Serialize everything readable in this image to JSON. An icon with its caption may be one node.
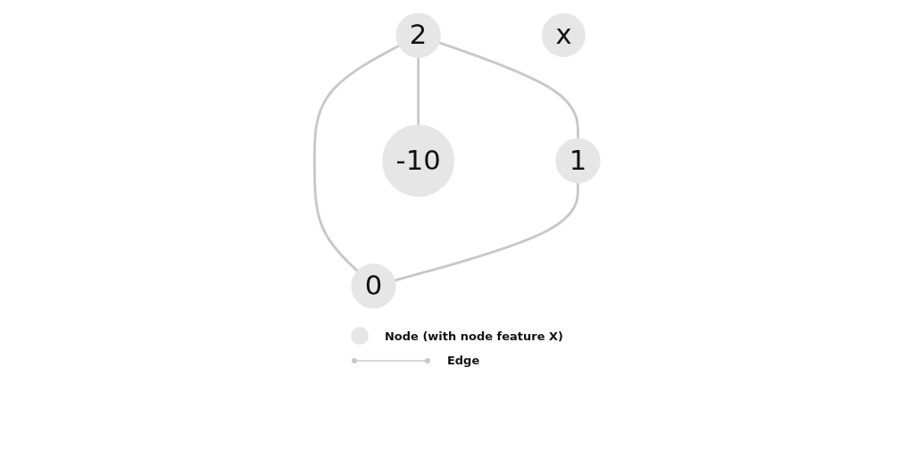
{
  "diagram": {
    "nodes": [
      {
        "text": [
          "1"
        ]
      },
      {
        "text": [
          "2"
        ]
      },
      {
        "text": [
          "0"
        ]
      },
      {
        "text": [
          "-10"
        ]
      },
      {
        "text": [
          "x"
        ]
      }
    ],
    "edges": [
      {
        "from": 1,
        "to": 0,
        "arrow": "none"
      },
      {
        "from": 1,
        "to": 2,
        "arrow": "none"
      },
      {
        "from": 0,
        "to": 2,
        "arrow": "none"
      },
      {
        "from": 1,
        "to": 3,
        "arrow": "none"
      }
    ],
    "legend": [
      {
        "text": "Node (with node feature X)"
      },
      {
        "text": "Edge"
      }
    ]
  }
}
